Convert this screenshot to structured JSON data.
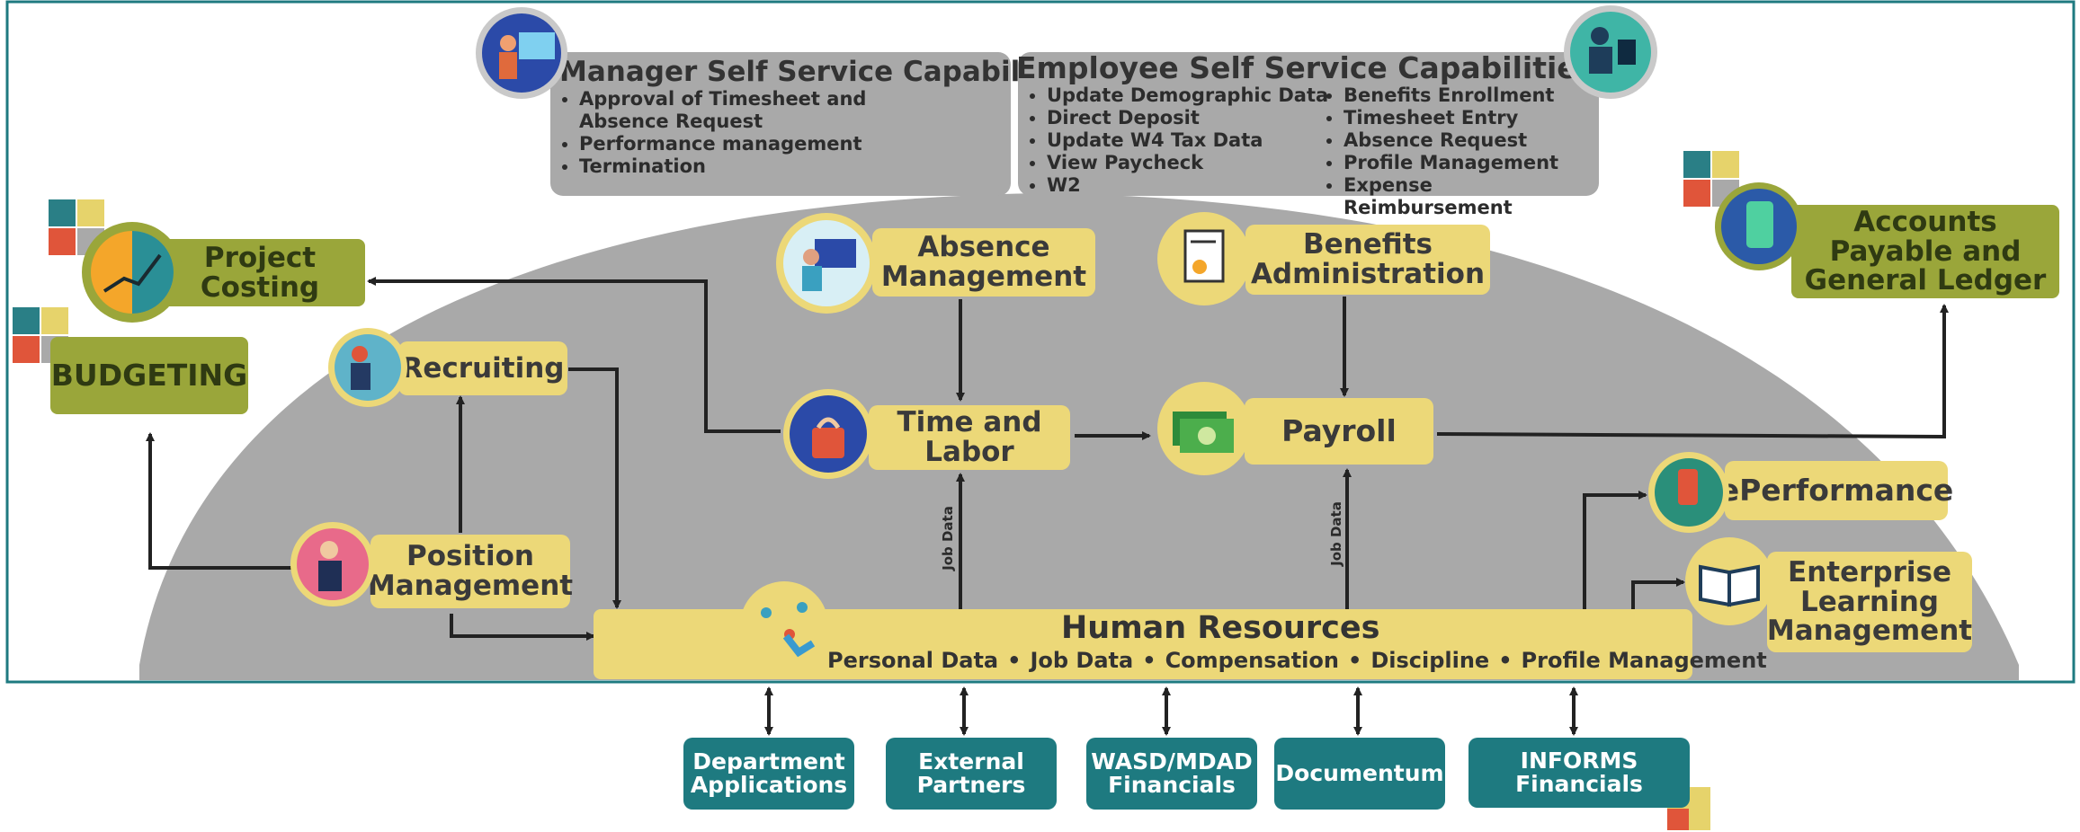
{
  "manager": {
    "title": "Manager Self Service Capabilities",
    "items": [
      "Approval of Timesheet and Absence Request",
      "Performance management",
      "Termination"
    ]
  },
  "employee": {
    "title": "Employee Self Service Capabilities",
    "col1": [
      "Update Demographic Data",
      "Direct Deposit",
      "Update W4 Tax Data",
      "View Paycheck",
      "W2"
    ],
    "col2": [
      "Benefits Enrollment",
      "Timesheet Entry",
      "Absence Request",
      "Profile Management",
      "Expense Reimbursement"
    ]
  },
  "modules": {
    "project_costing": "Project Costing",
    "budgeting": "BUDGETING",
    "recruiting": "Recruiting",
    "position_management": "Position Management",
    "absence_management": "Absence Management",
    "time_and_labor": "Time and Labor",
    "benefits_administration": "Benefits Administration",
    "payroll": "Payroll",
    "accounts_payable": "Accounts Payable and General Ledger",
    "eperformance": "ePerformance",
    "enterprise_learning": "Enterprise Learning Management"
  },
  "human_resources": {
    "title": "Human Resources",
    "items": [
      "Personal Data",
      "Job Data",
      "Compensation",
      "Discipline",
      "Profile Management"
    ]
  },
  "arrow_labels": {
    "job_data_left": "Job Data",
    "job_data_right": "Job Data"
  },
  "external_systems": [
    "Department Applications",
    "External Partners",
    "WASD/MDAD Financials",
    "Documentum",
    "INFORMS Financials"
  ],
  "colors": {
    "dome": "#a9a9a9",
    "module_box": "#ecd878",
    "olive_box": "#9aa63a",
    "teal_box": "#1e7a80",
    "frame": "#1e7a80"
  },
  "icons": [
    "manager-avatar-icon",
    "employee-avatar-icon",
    "chart-icon",
    "puzzle-icon",
    "recruiter-icon",
    "position-person-icon",
    "calendar-screen-icon",
    "shopping-bag-icon",
    "certificate-icon",
    "money-stack-icon",
    "phone-payment-icon",
    "mobile-rating-icon",
    "open-book-icon",
    "hand-network-icon"
  ]
}
